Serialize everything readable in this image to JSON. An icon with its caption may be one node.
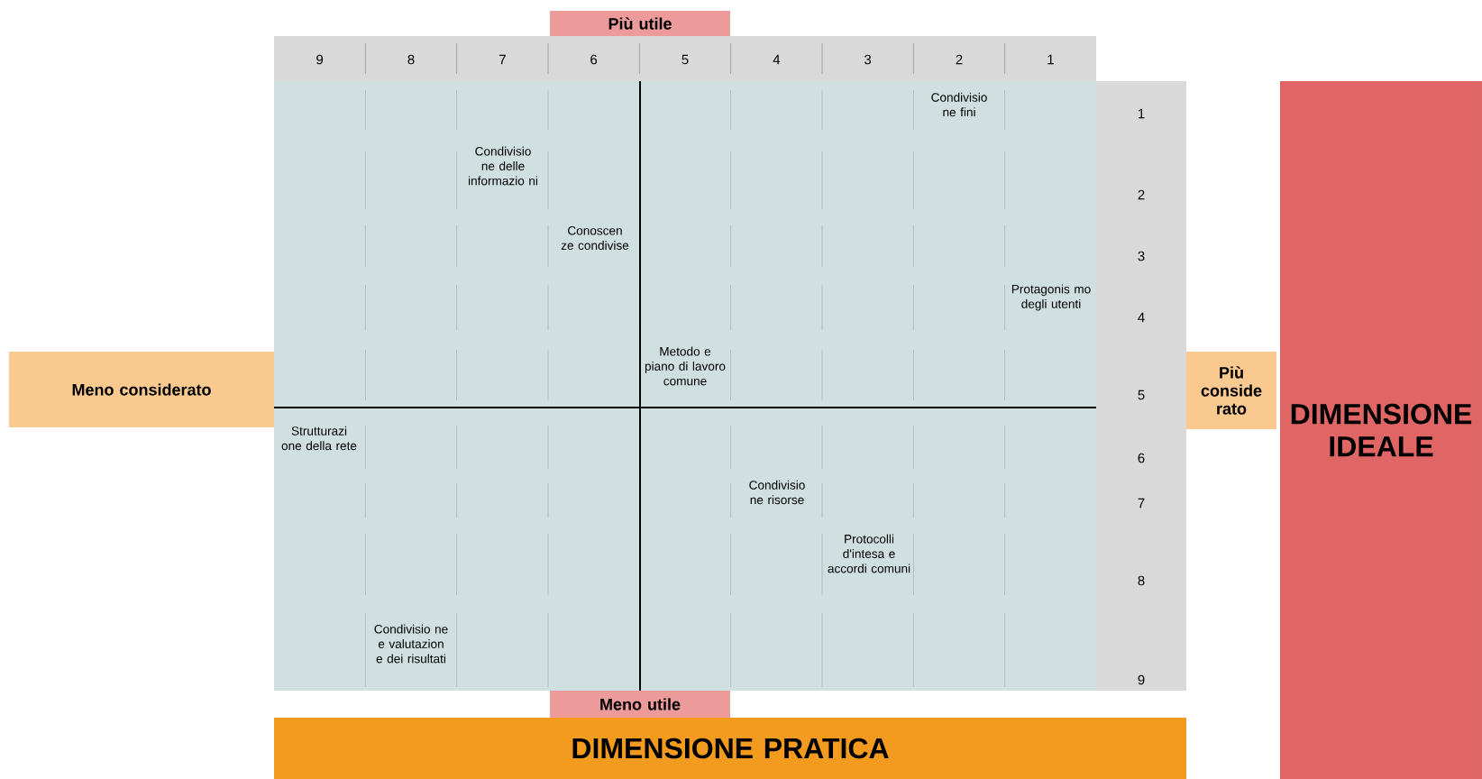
{
  "diagram": {
    "nodes": [
      {
        "text": [
          "Più utile"
        ]
      },
      {
        "text": [
          "Meno considerato"
        ]
      },
      {
        "text": [
          "Più conside rato"
        ]
      },
      {
        "text": [
          "DIMENSIONE IDEALE"
        ]
      },
      {
        "text": [
          "Meno utile"
        ]
      },
      {
        "text": [
          "DIMENSIONE PRATICA"
        ]
      }
    ],
    "labels": [
      "9",
      "8",
      "7",
      "6",
      "5",
      "4",
      "3",
      "2",
      "1",
      "Condivisio ne fini",
      "Condivisio ne delle informazio ni",
      "Conoscen ze condivise",
      "Protagonis mo degli utenti",
      "Metodo e piano di lavoro comune",
      "Strutturazi one della rete",
      "Condivisio ne risorse",
      "Protocolli d'intesa e accordi comuni",
      "Condivisio ne e valutazion e dei risultati",
      "1",
      "2",
      "3",
      "4",
      "5",
      "6",
      "7",
      "8",
      "9"
    ]
  }
}
